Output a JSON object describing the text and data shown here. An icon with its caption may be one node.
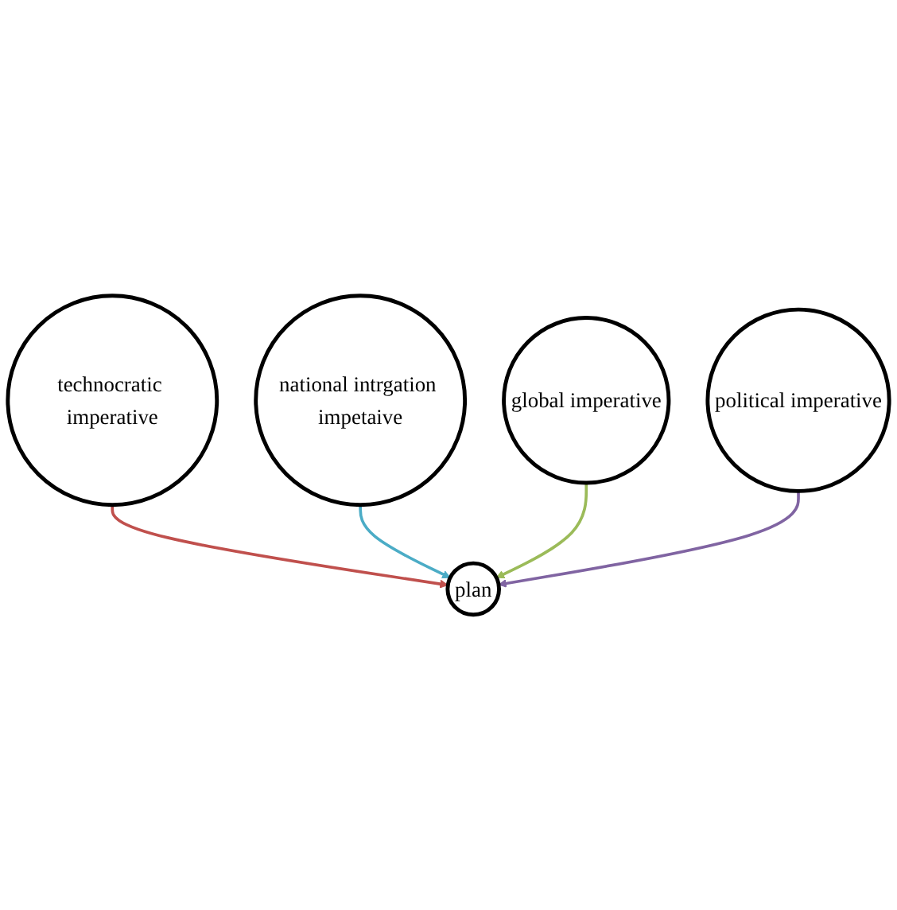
{
  "diagram": {
    "nodes": [
      {
        "text": [
          "technocratic imperative"
        ]
      },
      {
        "text": [
          "national intrgation impetaive"
        ]
      },
      {
        "text": [
          "plan"
        ]
      },
      {
        "text": [
          "global imperative"
        ]
      },
      {
        "text": [
          "political imperative"
        ]
      }
    ],
    "edges": [
      {
        "from": 0,
        "to": 2,
        "arrow": "to",
        "color": "#c0504d"
      },
      {
        "from": 1,
        "to": 2,
        "arrow": "to",
        "color": "#4bacc6"
      },
      {
        "from": 3,
        "to": 2,
        "arrow": "to",
        "color": "#9bbb59"
      },
      {
        "from": 4,
        "to": 2,
        "arrow": "to",
        "color": "#8064a2"
      }
    ]
  }
}
